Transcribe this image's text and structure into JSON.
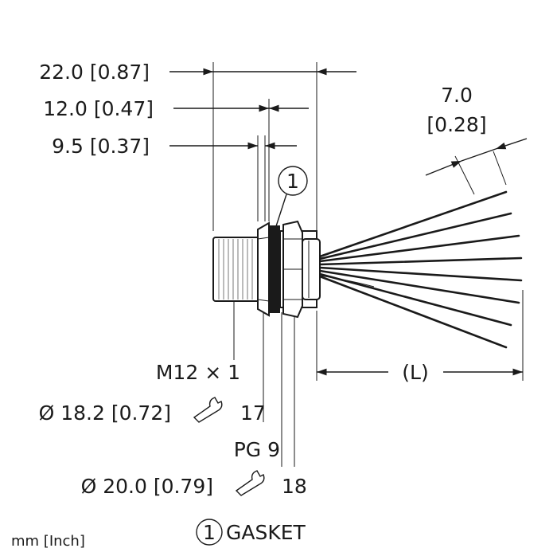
{
  "dimensions": {
    "d22": "22.0 [0.87]",
    "d12": "12.0 [0.47]",
    "d9": "9.5 [0.37]",
    "d7_mm": "7.0",
    "d7_in": "[0.28]",
    "length": "(L)"
  },
  "callouts": {
    "thread": "M12 × 1",
    "dia1": "Ø 18.2 [0.72]",
    "wrench1": "17",
    "pg": "PG 9",
    "dia2": "Ø 20.0 [0.79]",
    "wrench2": "18",
    "gasket_number": "1",
    "gasket_label": "GASKET"
  },
  "units": "mm [Inch]",
  "icons": {
    "wrench": "wrench-icon",
    "balloon": "callout-balloon-icon"
  }
}
